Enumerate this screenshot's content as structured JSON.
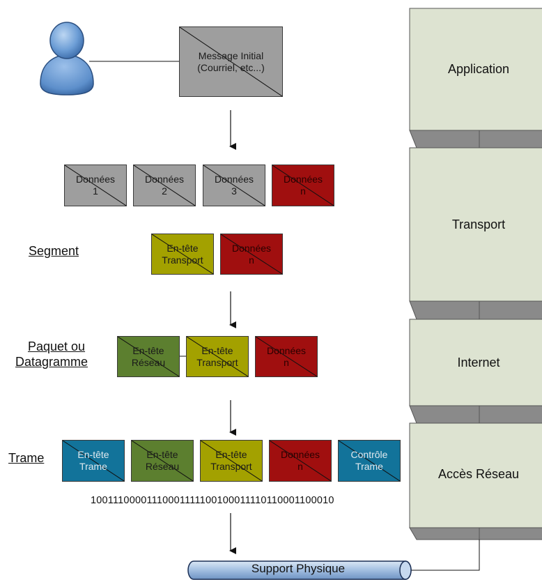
{
  "initial_message": {
    "line1": "Message Initial",
    "line2": "(Courriel, etc...)"
  },
  "data_blocks": [
    {
      "word": "Données",
      "num": "1"
    },
    {
      "word": "Données",
      "num": "2"
    },
    {
      "word": "Données",
      "num": "3"
    },
    {
      "word": "Données",
      "num": "n"
    }
  ],
  "segment": {
    "label": "Segment",
    "header": {
      "l1": "En-tête",
      "l2": "Transport"
    },
    "data": {
      "l1": "Données",
      "l2": "n"
    }
  },
  "packet": {
    "label_l1": "Paquet ou",
    "label_l2": "Datagramme",
    "net_header": {
      "l1": "En-tête",
      "l2": "Réseau"
    },
    "tr_header": {
      "l1": "En-tête",
      "l2": "Transport"
    },
    "data": {
      "l1": "Données",
      "l2": "n"
    }
  },
  "frame": {
    "label": "Trame",
    "frame_header": {
      "l1": "En-tête",
      "l2": "Trame"
    },
    "net_header": {
      "l1": "En-tête",
      "l2": "Réseau"
    },
    "tr_header": {
      "l1": "En-tête",
      "l2": "Transport"
    },
    "data": {
      "l1": "Données",
      "l2": "n"
    },
    "trailer": {
      "l1": "Contrôle",
      "l2": "Trame"
    }
  },
  "binary": "10011100001110001111100100011110110001100010",
  "medium": "Support Physique",
  "layers": [
    "Application",
    "Transport",
    "Internet",
    "Accès Réseau"
  ],
  "colors": {
    "gray": "#9e9e9e",
    "red": "#a00f0f",
    "olive": "#a3a100",
    "green": "#5c7f2f",
    "blue": "#12739a",
    "layer": "#dde3d1"
  }
}
